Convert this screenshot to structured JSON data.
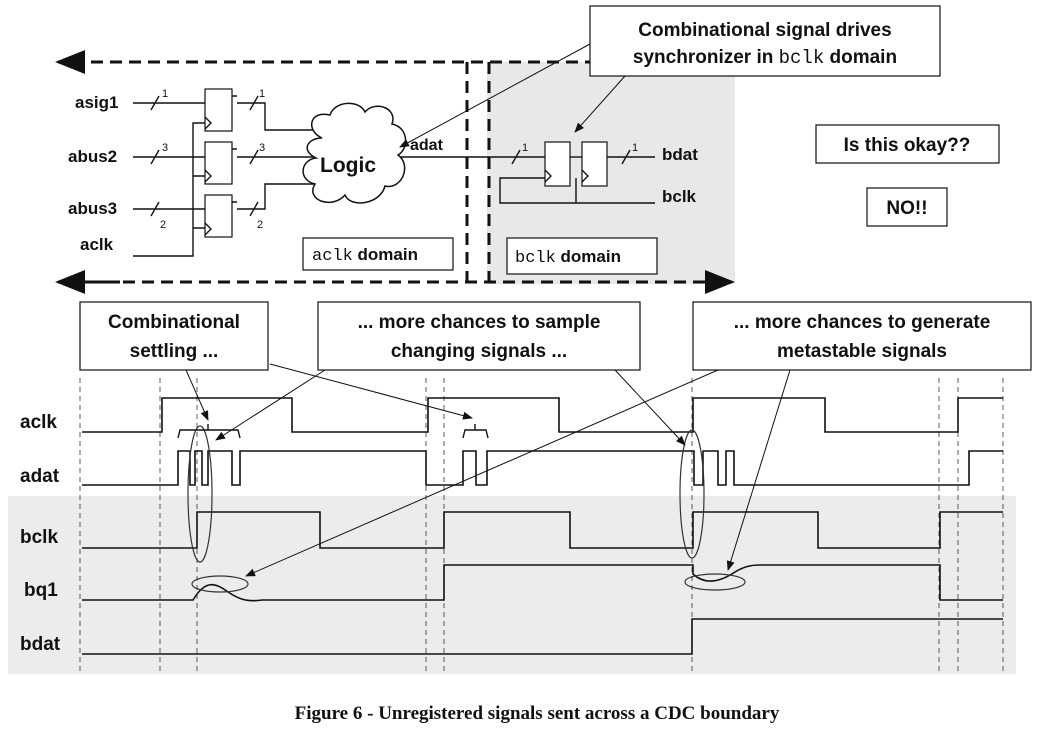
{
  "schematic": {
    "inputs": [
      "asig1",
      "abus2",
      "abus3",
      "aclk"
    ],
    "bus_widths": {
      "asig1_in": "1",
      "asig1_out": "1",
      "abus2_in": "3",
      "abus2_out": "3",
      "abus3_in": "2",
      "abus3_out": "2",
      "adat": "1",
      "bdat": "1"
    },
    "logic_label": "Logic",
    "adat_label": "adat",
    "bdat_label": "bdat",
    "bclk_label": "bclk",
    "aclk_domain": {
      "mono": "aclk",
      "text": " domain"
    },
    "bclk_domain": {
      "mono": "bclk",
      "text": " domain"
    }
  },
  "callouts": {
    "drives": {
      "line1": "Combinational signal drives",
      "line2_pre": "synchronizer in ",
      "line2_mono": "bclk",
      "line2_post": " domain"
    },
    "question": "Is this okay??",
    "answer": "NO!!",
    "settling": [
      "Combinational",
      "settling ..."
    ],
    "sample": [
      "... more chances to sample",
      "changing signals ..."
    ],
    "generate": [
      "... more chances to generate",
      "metastable signals"
    ]
  },
  "waveform": {
    "signals": [
      "aclk",
      "adat",
      "bclk",
      "bq1",
      "bdat"
    ]
  },
  "caption": "Figure 6 - Unregistered signals sent across a CDC boundary"
}
